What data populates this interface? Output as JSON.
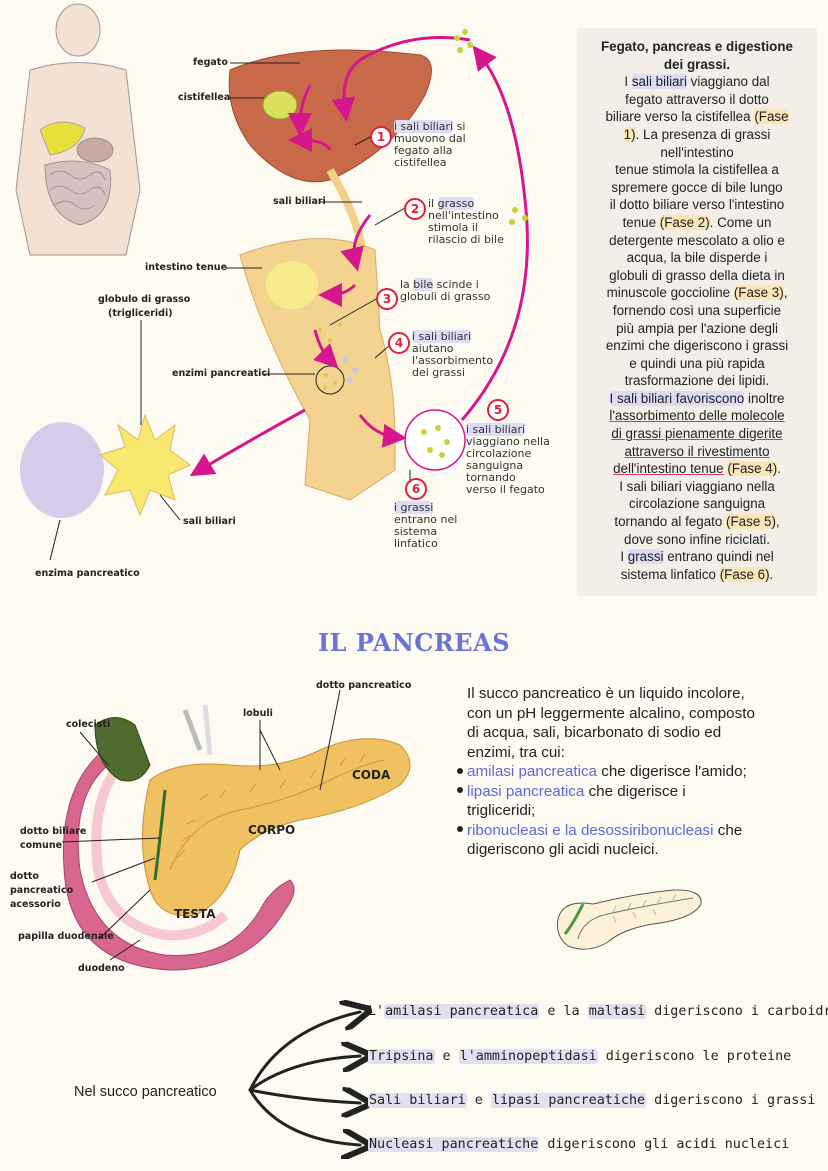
{
  "diagram1": {
    "labels": {
      "fegato": "fegato",
      "cistifellea": "cistifellea",
      "sali_biliari": "sali biliari",
      "intestino": "intestino tenue",
      "globulo_1": "globulo di grasso",
      "globulo_2": "(trigliceridi)",
      "enzimi": "enzimi pancreatici",
      "sali_biliari_2": "sali biliari",
      "enzima": "enzima pancreatico"
    },
    "steps": [
      {
        "num": "1",
        "hl": "i sali biliari",
        "rest_a": " si",
        "rest_b": "muovono dal",
        "rest_c": "fegato alla",
        "rest_d": "cistifellea"
      },
      {
        "num": "2",
        "pre": "il ",
        "hl": "grasso",
        "rest_b": "nell'intestino",
        "rest_c": "stimola il",
        "rest_d": "rilascio di bile"
      },
      {
        "num": "3",
        "pre": "la ",
        "hl": "bile",
        "rest_a": " scinde i",
        "rest_b": "globuli di grasso"
      },
      {
        "num": "4",
        "hl": "i sali biliari",
        "rest_b": "aiutano",
        "rest_c": "l'assorbimento",
        "rest_d": "dei grassi"
      },
      {
        "num": "5",
        "hl": "i sali biliari",
        "rest_b": "viaggiano nella",
        "rest_c": "circolazione",
        "rest_d": "sanguigna",
        "rest_e": "tornando",
        "rest_f": "verso il fegato"
      },
      {
        "num": "6",
        "hl": "i grassi",
        "rest_b": "entrano nel",
        "rest_c": "sistema",
        "rest_d": "linfatico"
      }
    ]
  },
  "info": {
    "title_1": "Fegato, pancreas e digestione",
    "title_2": "dei grassi.",
    "p1_a": "I ",
    "p1_hl": "sali biliari",
    "p1_b": " viaggiano dal",
    "p1_c": "fegato attraverso il dotto",
    "p1_d": "biliare verso la cistifellea ",
    "p1_f1": "(Fase",
    "p1_f1b": "1)",
    "p1_e": ". La presenza di grassi",
    "p1_f": "nell'intestino",
    "p1_g": "tenue stimola la cistifellea a",
    "p1_h": "spremere gocce di bile lungo",
    "p1_i": "il dotto biliare verso l'intestino",
    "p1_j": "tenue ",
    "p1_f2": "(Fase 2)",
    "p1_k": ". Come un",
    "p1_l": "detergente mescolato a olio e",
    "p1_m": "acqua, la bile disperde i",
    "p1_n": "globuli di grasso della dieta in",
    "p1_o": "minuscole goccioline ",
    "p1_f3": "(Fase 3)",
    "p1_p": ",",
    "p1_q": "fornendo così una superficie",
    "p1_r": "più ampia per l'azione degli",
    "p1_s": "enzimi che digeriscono i grassi",
    "p1_t": "e quindi una più rapida",
    "p1_u": "trasformazione dei lipidi.",
    "p2_hl": "I sali biliari favoriscono",
    "p2_a": " inoltre",
    "p2_u1": "l'assorbimento delle molecole",
    "p2_u2": "di grassi pienamente digerite",
    "p2_u3": "attraverso il rivestimento",
    "p2_u4": "dell'intestino tenue",
    "p2_sp": " ",
    "p2_f4": "(Fase 4)",
    "p2_b": ".",
    "p2_c": "I sali biliari viaggiano nella",
    "p2_d": "circolazione sanguigna",
    "p2_e": "tornando al fegato ",
    "p2_f5": "(Fase 5)",
    "p2_f": ",",
    "p2_g": "dove sono infine riciclati.",
    "p3_a": "I ",
    "p3_hl": "grassi",
    "p3_b": " entrano quindi nel",
    "p3_c": "sistema linfatico ",
    "p3_f6": "(Fase 6)",
    "p3_d": "."
  },
  "section_title": "IL PANCREAS",
  "pancreas_labels": {
    "dotto_pancreatico": "dotto pancreatico",
    "colecisti": "colecisti",
    "lobuli": "lobuli",
    "coda": "CODA",
    "corpo": "CORPO",
    "testa": "TESTA",
    "dotto_biliare_1": "dotto biliare",
    "dotto_biliare_2": "comune",
    "dotto_acc_1": "dotto",
    "dotto_acc_2": "pancreatico",
    "dotto_acc_3": "acessorio",
    "papilla": "papilla duodenale",
    "duodeno": "duodeno"
  },
  "pancreas_text": {
    "intro_1": "Il succo pancreatico è un liquido incolore,",
    "intro_2": "con un pH leggermente alcalino, composto",
    "intro_3": "di acqua, sali, bicarbonato di sodio ed",
    "intro_4": "enzimi, tra cui:",
    "b1_blue": "amilasi pancreatica",
    "b1_rest": " che digerisce l'amido;",
    "b2_blue": "lipasi pancreatica",
    "b2_rest": " che digerisce i",
    "b2_cont": "trigliceridi;",
    "b3_blue": "ribonucleasi e la desossiribonucleasi",
    "b3_rest": " che",
    "b3_cont": "digeriscono gli acidi nucleici."
  },
  "summary": {
    "root": "Nel succo pancreatico",
    "r1": [
      {
        "t": "L'",
        "h": false
      },
      {
        "t": "amilasi pancreatica",
        "h": true
      },
      {
        "t": " e la ",
        "h": false
      },
      {
        "t": "maltasi",
        "h": true
      },
      {
        "t": " digeriscono i carboidrati",
        "h": false
      }
    ],
    "r2": [
      {
        "t": "Tripsina",
        "h": true
      },
      {
        "t": " e ",
        "h": false
      },
      {
        "t": "l'amminopeptidasi",
        "h": true
      },
      {
        "t": " digeriscono le proteine",
        "h": false
      }
    ],
    "r3": [
      {
        "t": "Sali biliari",
        "h": true
      },
      {
        "t": " e ",
        "h": false
      },
      {
        "t": "lipasi pancreatiche",
        "h": true
      },
      {
        "t": " digeriscono i grassi",
        "h": false
      }
    ],
    "r4": [
      {
        "t": "Nucleasi pancreatiche",
        "h": true
      },
      {
        "t": " digeriscono gli acidi nucleici",
        "h": false
      }
    ]
  },
  "colors": {
    "accent": "#6b73d8",
    "arrow": "#d6168c",
    "highlight": "#dedcf3",
    "phase": "#f9e5b6"
  }
}
